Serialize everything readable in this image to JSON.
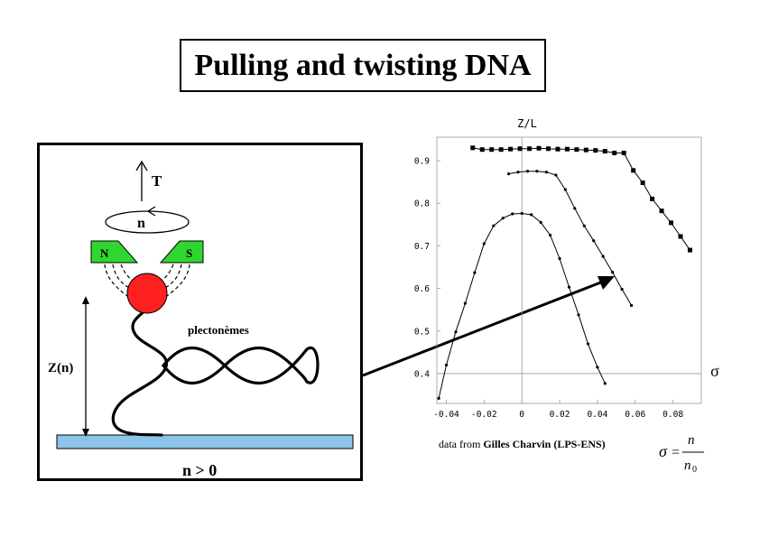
{
  "title": "Pulling and twisting DNA",
  "diagram": {
    "force_label": "T",
    "turns_label": "n",
    "magnet_north": "N",
    "magnet_south": "S",
    "plectonemes_label": "plectonèmes",
    "extension_label": "Z(n)",
    "condition_label": "n > 0"
  },
  "credit": {
    "prefix": "data from",
    "name": "Gilles Charvin",
    "lab": "(LPS-ENS)"
  },
  "formula": {
    "lhs": "σ",
    "eq": "=",
    "numerator": "n",
    "denominator": "n",
    "subscript": "0"
  },
  "chart_data": {
    "type": "line",
    "ylabel": "Z/L",
    "xlabel": "σ",
    "xlim": [
      -0.045,
      0.095
    ],
    "ylim": [
      0.33,
      0.955
    ],
    "xticks": [
      -0.04,
      -0.02,
      0,
      0.02,
      0.04,
      0.06,
      0.08
    ],
    "xtick_labels": [
      "-0.04",
      "-0.02",
      "0",
      "0.02",
      "0.04",
      "0.06",
      "0.08"
    ],
    "yticks": [
      0.4,
      0.5,
      0.6,
      0.7,
      0.8,
      0.9
    ],
    "ytick_labels": [
      "0.4",
      "0.5",
      "0.6",
      "0.7",
      "0.8",
      "0.9"
    ],
    "grid": false,
    "series": [
      {
        "marker": "square",
        "x": [
          -0.026,
          -0.021,
          -0.016,
          -0.011,
          -0.006,
          -0.001,
          0.004,
          0.009,
          0.014,
          0.019,
          0.024,
          0.029,
          0.034,
          0.039,
          0.044,
          0.049,
          0.054,
          0.059,
          0.064,
          0.069,
          0.074,
          0.079,
          0.084,
          0.089
        ],
        "y": [
          0.93,
          0.926,
          0.926,
          0.926,
          0.927,
          0.928,
          0.928,
          0.929,
          0.928,
          0.927,
          0.927,
          0.926,
          0.925,
          0.924,
          0.922,
          0.918,
          0.918,
          0.877,
          0.848,
          0.81,
          0.782,
          0.754,
          0.722,
          0.69
        ]
      },
      {
        "marker": "dot",
        "x": [
          -0.007,
          -0.002,
          0.003,
          0.008,
          0.013,
          0.018,
          0.023,
          0.028,
          0.033,
          0.038,
          0.043,
          0.048,
          0.053,
          0.058
        ],
        "y": [
          0.869,
          0.873,
          0.875,
          0.875,
          0.873,
          0.866,
          0.832,
          0.788,
          0.747,
          0.712,
          0.675,
          0.638,
          0.598,
          0.56
        ]
      },
      {
        "marker": "dot",
        "x": [
          -0.044,
          -0.04,
          -0.035,
          -0.03,
          -0.025,
          -0.02,
          -0.015,
          -0.01,
          -0.005,
          0,
          0.005,
          0.01,
          0.015,
          0.02,
          0.025,
          0.03,
          0.035,
          0.04,
          0.044
        ],
        "y": [
          0.342,
          0.42,
          0.498,
          0.565,
          0.637,
          0.705,
          0.747,
          0.765,
          0.775,
          0.776,
          0.773,
          0.755,
          0.725,
          0.67,
          0.603,
          0.538,
          0.47,
          0.415,
          0.377
        ]
      }
    ]
  }
}
